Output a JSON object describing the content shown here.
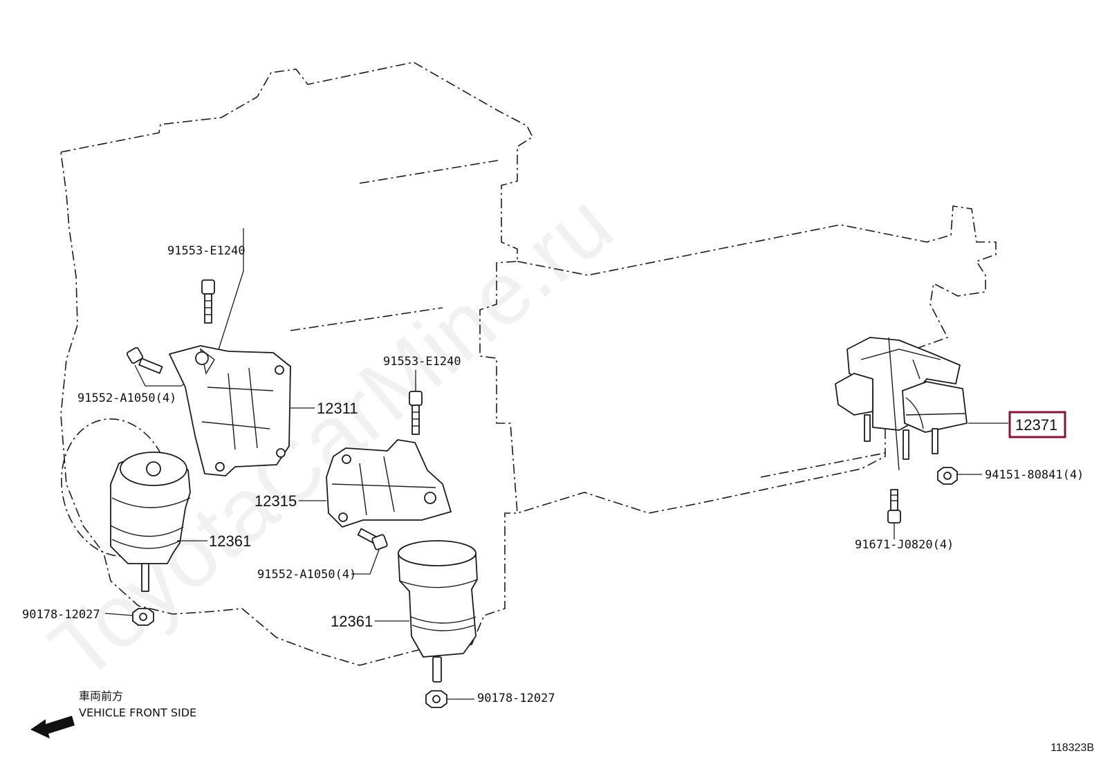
{
  "watermark": "ToyotaCarMine.ru",
  "diagram_code": "118323B",
  "direction": {
    "label_jp": "車両前方",
    "label_en": "VEHICLE FRONT SIDE"
  },
  "callouts": {
    "bolt_e1240_left": "91553-E1240",
    "bolt_a1050_left": "91552-A1050(4)",
    "bracket_12311": "12311",
    "mount_12361_left": "12361",
    "nut_12027_left": "90178-12027",
    "bolt_e1240_center": "91553-E1240",
    "bracket_12315": "12315",
    "bolt_a1050_center": "91552-A1050(4)",
    "mount_12361_center": "12361",
    "nut_12027_center": "90178-12027",
    "mount_12371": "12371",
    "nut_80841": "94151-80841(4)",
    "bolt_j0820": "91671-J0820(4)"
  },
  "highlight": {
    "part": "12371",
    "color": "#8c1232"
  }
}
